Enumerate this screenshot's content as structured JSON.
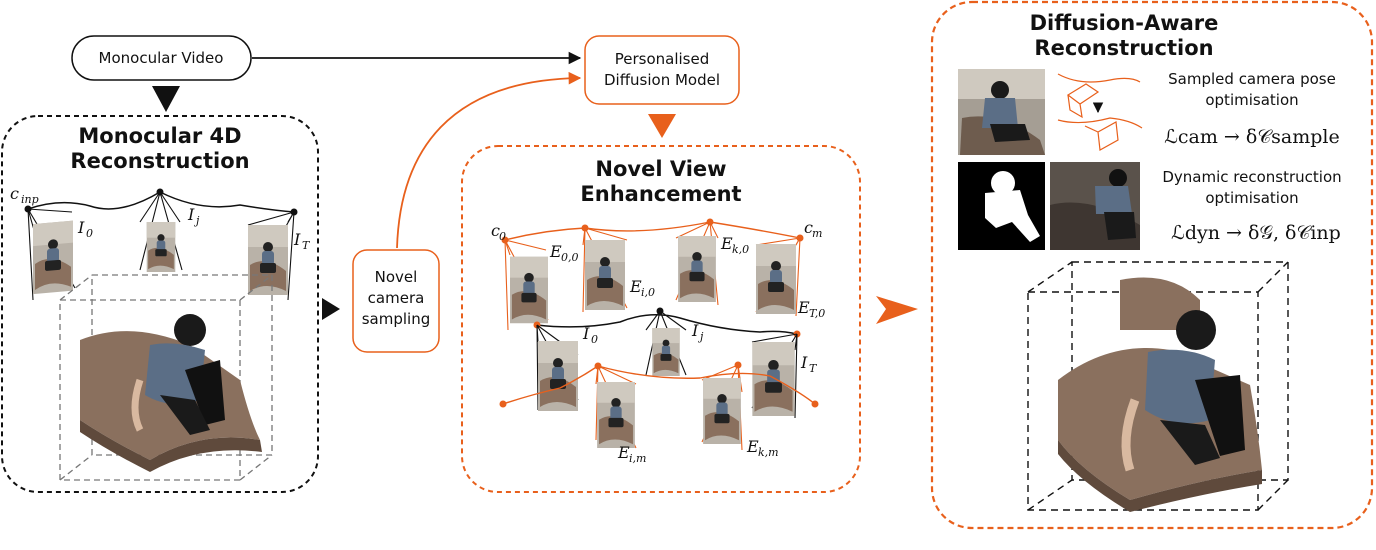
{
  "nodes": {
    "monocular_video": "Monocular Video",
    "personalised_line1": "Personalised",
    "personalised_line2": "Diffusion Model",
    "novel_camera_line1": "Novel",
    "novel_camera_line2": "camera",
    "novel_camera_line3": "sampling"
  },
  "panels": {
    "mono4d_line1": "Monocular 4D",
    "mono4d_line2": "Reconstruction",
    "nve_line1": "Novel View",
    "nve_line2": "Enhancement",
    "dar_line1": "Diffusion-Aware",
    "dar_line2": "Reconstruction"
  },
  "mono_labels": {
    "c": "c",
    "c_sub": "inp",
    "i0": "I",
    "i0_sub": "0",
    "ij": "I",
    "ij_sub": "j",
    "it": "I",
    "it_sub": "T"
  },
  "nve_labels": {
    "c0": "c",
    "c0_sub": "0",
    "cm": "c",
    "cm_sub": "m",
    "e00": "E",
    "e00_sub": "0,0",
    "ei0": "E",
    "ei0_sub": "i,0",
    "ek0": "E",
    "ek0_sub": "k,0",
    "et0": "E",
    "et0_sub": "T,0",
    "i0": "I",
    "i0_sub": "0",
    "ij": "I",
    "ij_sub": "j",
    "it": "I",
    "it_sub": "T",
    "eim": "E",
    "eim_sub": "i,m",
    "ekm": "E",
    "ekm_sub": "k,m"
  },
  "dar": {
    "cam_caption_line1": "Sampled camera pose",
    "cam_caption_line2": "optimisation",
    "cam_loss": "ℒcam → δ𝒞sample",
    "dyn_caption_line1": "Dynamic reconstruction",
    "dyn_caption_line2": "optimisation",
    "dyn_loss": "ℒdyn → δ𝒢, δ𝒞inp"
  },
  "colors": {
    "accent": "#e8601c",
    "ink": "#111111",
    "thumb_dark": "#4a4440",
    "thumb_floor": "#b9b2a8",
    "shirt": "#5b6e86",
    "surface": "#8a705e"
  }
}
